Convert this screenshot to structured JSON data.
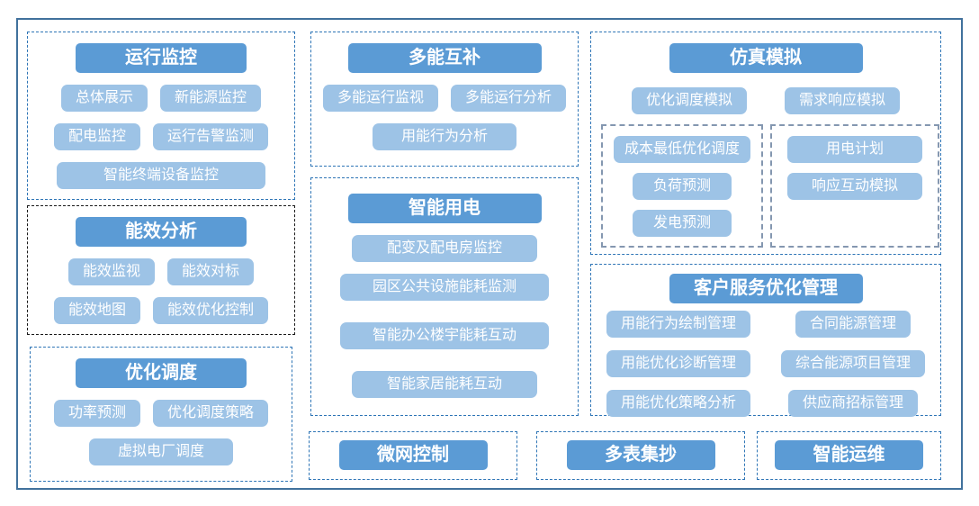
{
  "colors": {
    "header_bg": "#5B9BD5",
    "item_bg": "#9DC3E6",
    "panel_border_blue": "#2E75B6",
    "panel_border_black": "#1A1A1A",
    "subpanel_border_gray": "#8497B0",
    "outer_frame_border": "#41719C",
    "button_text": "#FFFFFF"
  },
  "panels": {
    "operation_monitoring": {
      "title": "运行监控",
      "items": [
        "总体展示",
        "新能源监控",
        "配电监控",
        "运行告警监测",
        "智能终端设备监控"
      ]
    },
    "energy_efficiency_analysis": {
      "title": "能效分析",
      "items": [
        "能效监视",
        "能效对标",
        "能效地图",
        "能效优化控制"
      ]
    },
    "optimal_dispatch": {
      "title": "优化调度",
      "items": [
        "功率预测",
        "优化调度策略",
        "虚拟电厂调度"
      ]
    },
    "multi_energy_complementation": {
      "title": "多能互补",
      "items": [
        "多能运行监视",
        "多能运行分析",
        "用能行为分析"
      ]
    },
    "smart_power_use": {
      "title": "智能用电",
      "items": [
        "配变及配电房监控",
        "园区公共设施能耗监测",
        "智能办公楼宇能耗互动",
        "智能家居能耗互动"
      ]
    },
    "simulation": {
      "title": "仿真模拟",
      "items": [
        "优化调度模拟",
        "需求响应模拟"
      ],
      "dispatch_subgroup": [
        "成本最低优化调度",
        "负荷预测",
        "发电预测"
      ],
      "response_subgroup": [
        "用电计划",
        "响应互动模拟"
      ]
    },
    "customer_service_optimization": {
      "title": "客户服务优化管理",
      "items_left": [
        "用能行为绘制管理",
        "用能优化诊断管理",
        "用能优化策略分析"
      ],
      "items_right": [
        "合同能源管理",
        "综合能源项目管理",
        "供应商招标管理"
      ]
    },
    "microgrid_control": {
      "title": "微网控制"
    },
    "multi_meter_reading": {
      "title": "多表集抄"
    },
    "smart_operation_maintenance": {
      "title": "智能运维"
    }
  }
}
